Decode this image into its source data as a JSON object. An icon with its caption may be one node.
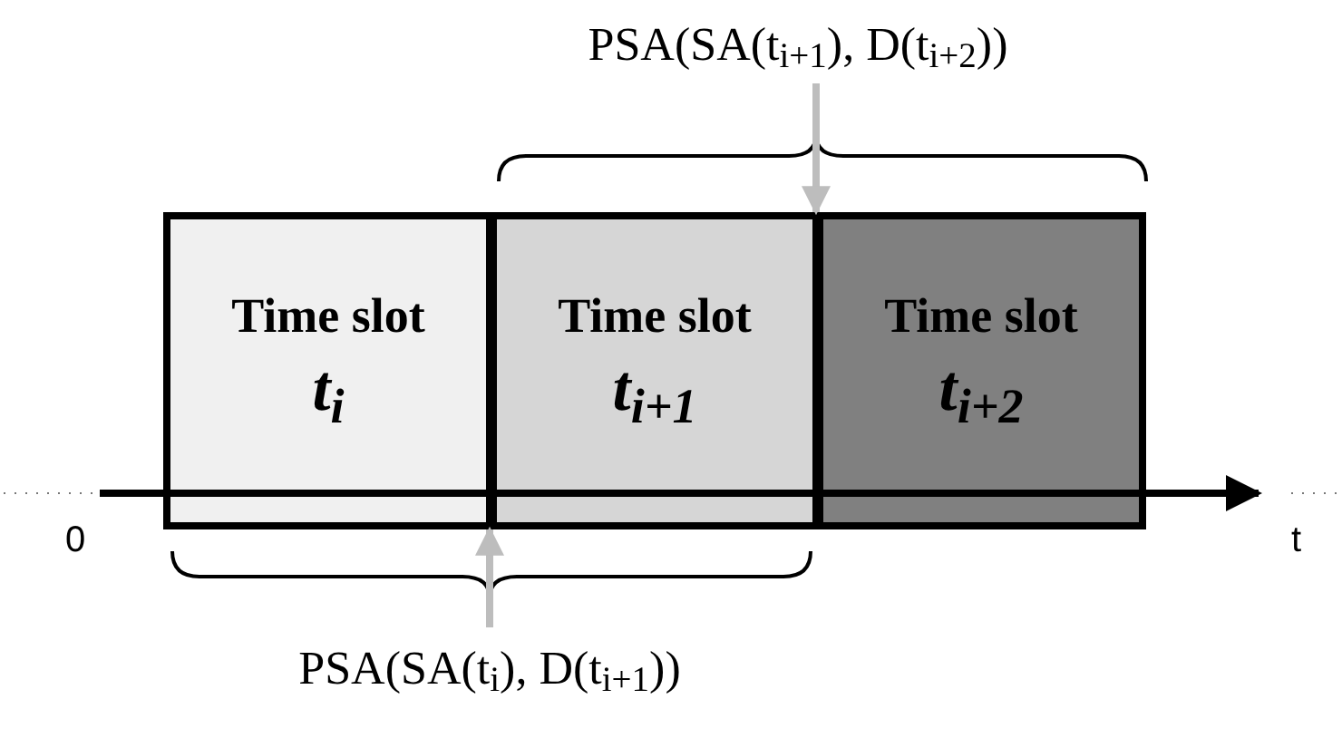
{
  "diagram": {
    "nodes": [
      {
        "text": [
          "Time slot",
          "t$_{i}$"
        ]
      },
      {
        "text": [
          "Time slot",
          "t$_{i+1}$"
        ]
      },
      {
        "text": [
          "Time slot",
          "t$_{i+2}$"
        ]
      },
      {
        "text": [
          "PSA(SA(t$_{i+1}$), D(t$_{i+2}$))"
        ]
      },
      {
        "text": [
          "PSA(SA(t$_{i}$), D(t$_{i+1}$))"
        ]
      }
    ],
    "edges": [
      {
        "from": 3,
        "to": 1,
        "arrow": "to",
        "color": "#bdbdbd"
      },
      {
        "from": 4,
        "to": 0,
        "arrow": "to",
        "color": "#bdbdbd"
      }
    ],
    "labels": [
      "0",
      "t"
    ]
  }
}
